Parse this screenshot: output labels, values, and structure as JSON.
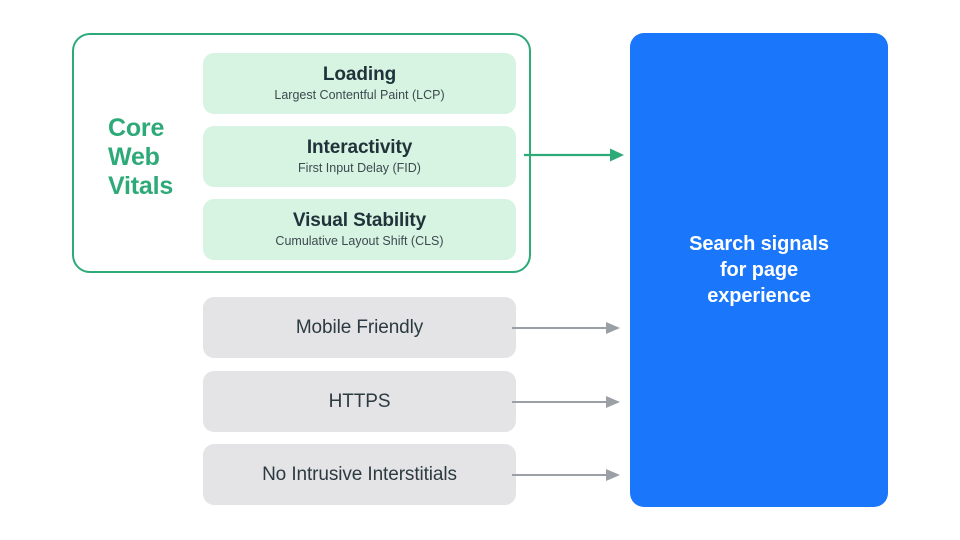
{
  "diagram": {
    "core_web_vitals": {
      "group_label": "Core\nWeb\nVitals",
      "border_color": "#2eaa78",
      "label_color": "#2eaa78",
      "cards": [
        {
          "title": "Loading",
          "subtitle": "Largest Contentful Paint (LCP)",
          "bg_color": "#d7f3e2"
        },
        {
          "title": "Interactivity",
          "subtitle": "First Input Delay (FID)",
          "bg_color": "#d7f3e2"
        },
        {
          "title": "Visual Stability",
          "subtitle": "Cumulative Layout Shift (CLS)",
          "bg_color": "#d7f3e2"
        }
      ]
    },
    "other_signals": [
      {
        "label": "Mobile Friendly",
        "bg_color": "#e4e4e7"
      },
      {
        "label": "HTTPS",
        "bg_color": "#e4e4e7"
      },
      {
        "label": "No Intrusive Interstitials",
        "bg_color": "#e4e4e7"
      }
    ],
    "connectors": {
      "green_arrow_color": "#2eaa78",
      "grey_arrow_color": "#9aa0a6"
    },
    "outcome": {
      "label": "Search signals\nfor page\nexperience",
      "bg_color": "#1a76fb",
      "text_color": "#ffffff"
    }
  }
}
